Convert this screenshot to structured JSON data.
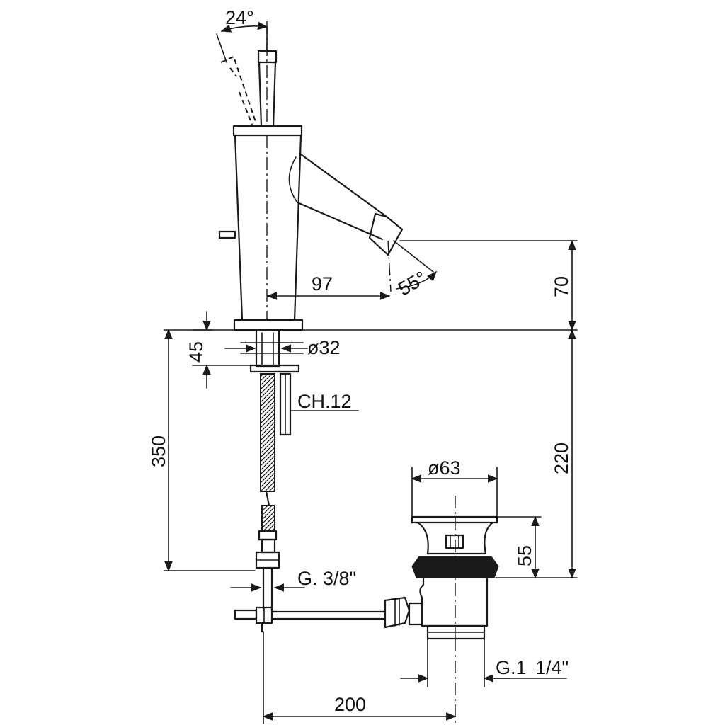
{
  "dimensions": {
    "lever_angle": "24°",
    "spout_angle": "55°",
    "spout_projection": "97",
    "spout_height": "70",
    "base_thickness": "45",
    "base_diameter": "ø32",
    "hex_size": "CH.12",
    "hose_length": "350",
    "drain_height": "220",
    "drain_cap_diameter": "ø63",
    "drain_cap_height": "55",
    "hose_thread": "G.",
    "hose_thread_fraction": "3/8\"",
    "drain_thread": "G.1",
    "drain_thread_fraction": "1/4\"",
    "rod_length": "200"
  }
}
